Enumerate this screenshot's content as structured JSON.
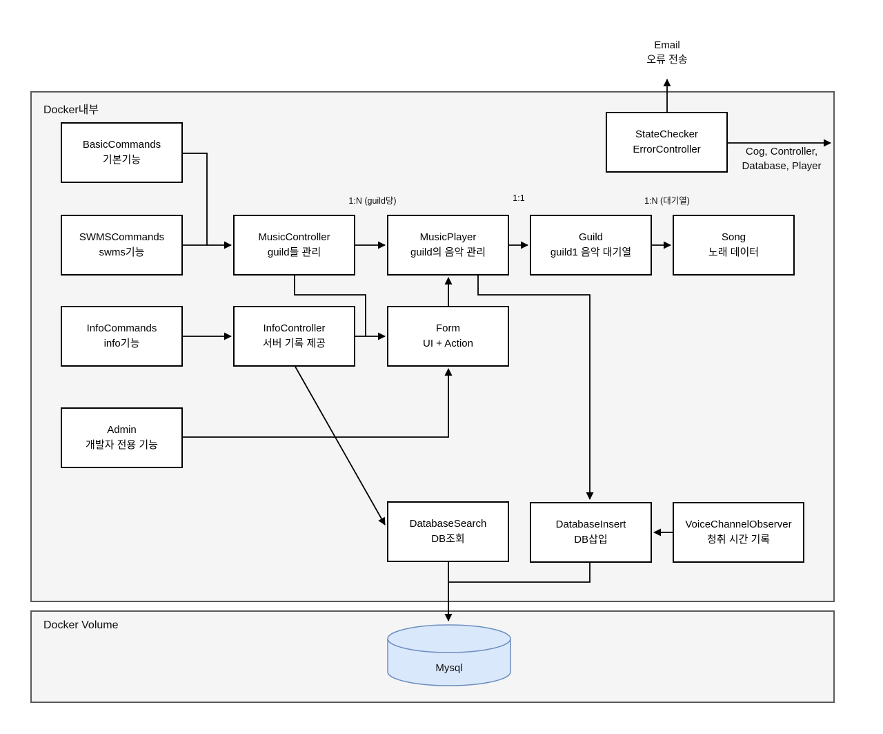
{
  "diagram": {
    "containers": {
      "docker_inside": {
        "label": "Docker내부"
      },
      "docker_volume": {
        "label": "Docker Volume"
      }
    },
    "nodes": {
      "basic_commands": {
        "line1": "BasicCommands",
        "line2": "기본기능"
      },
      "swms_commands": {
        "line1": "SWMSCommands",
        "line2": "swms기능"
      },
      "info_commands": {
        "line1": "InfoCommands",
        "line2": "info기능"
      },
      "admin": {
        "line1": "Admin",
        "line2": "개발자 전용 기능"
      },
      "music_controller": {
        "line1": "MusicController",
        "line2": "guild들 관리"
      },
      "info_controller": {
        "line1": "InfoController",
        "line2": "서버 기록 제공"
      },
      "music_player": {
        "line1": "MusicPlayer",
        "line2": "guild의 음악 관리"
      },
      "form": {
        "line1": "Form",
        "line2": "UI + Action"
      },
      "guild": {
        "line1": "Guild",
        "line2": "guild1 음악 대기열"
      },
      "song": {
        "line1": "Song",
        "line2": "노래 데이터"
      },
      "state_checker": {
        "line1": "StateChecker",
        "line2": "ErrorController"
      },
      "database_search": {
        "line1": "DatabaseSearch",
        "line2": "DB조회"
      },
      "database_insert": {
        "line1": "DatabaseInsert",
        "line2": "DB삽입"
      },
      "voice_channel_observer": {
        "line1": "VoiceChannelObserver",
        "line2": "청취 시간 기록"
      },
      "mysql": {
        "label": "Mysql"
      }
    },
    "edge_labels": {
      "email": {
        "line1": "Email",
        "line2": "오류 전송"
      },
      "ratio_guild": "1:N (guild당)",
      "ratio_one": "1:1",
      "ratio_queue": "1:N (대기열)",
      "cog": {
        "line1": "Cog, Controller,",
        "line2": "Database, Player"
      }
    },
    "colors": {
      "container_fill": "#f5f5f5",
      "container_border": "#595959",
      "node_fill": "#ffffff",
      "node_border": "#000000",
      "edge_line": "#000000",
      "db_fill": "#dae8fc",
      "db_border": "#6c8ebf"
    }
  }
}
